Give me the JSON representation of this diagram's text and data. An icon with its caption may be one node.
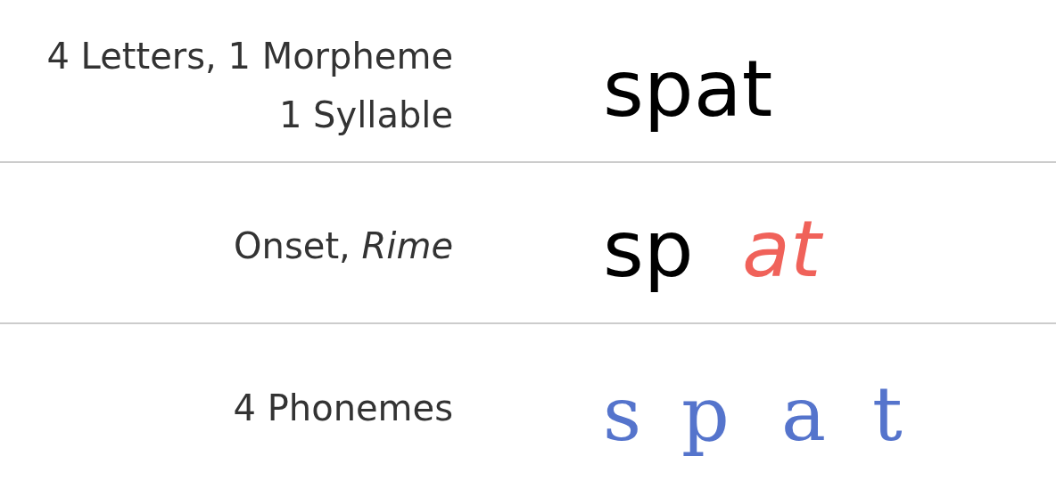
{
  "diagram": {
    "labels": [
      "4 Letters, 1 Morpheme 1 Syllable",
      "spat",
      "Onset, *Rime*",
      "sp",
      "at",
      "4 Phonemes",
      "s",
      "p",
      "a",
      "t"
    ]
  }
}
